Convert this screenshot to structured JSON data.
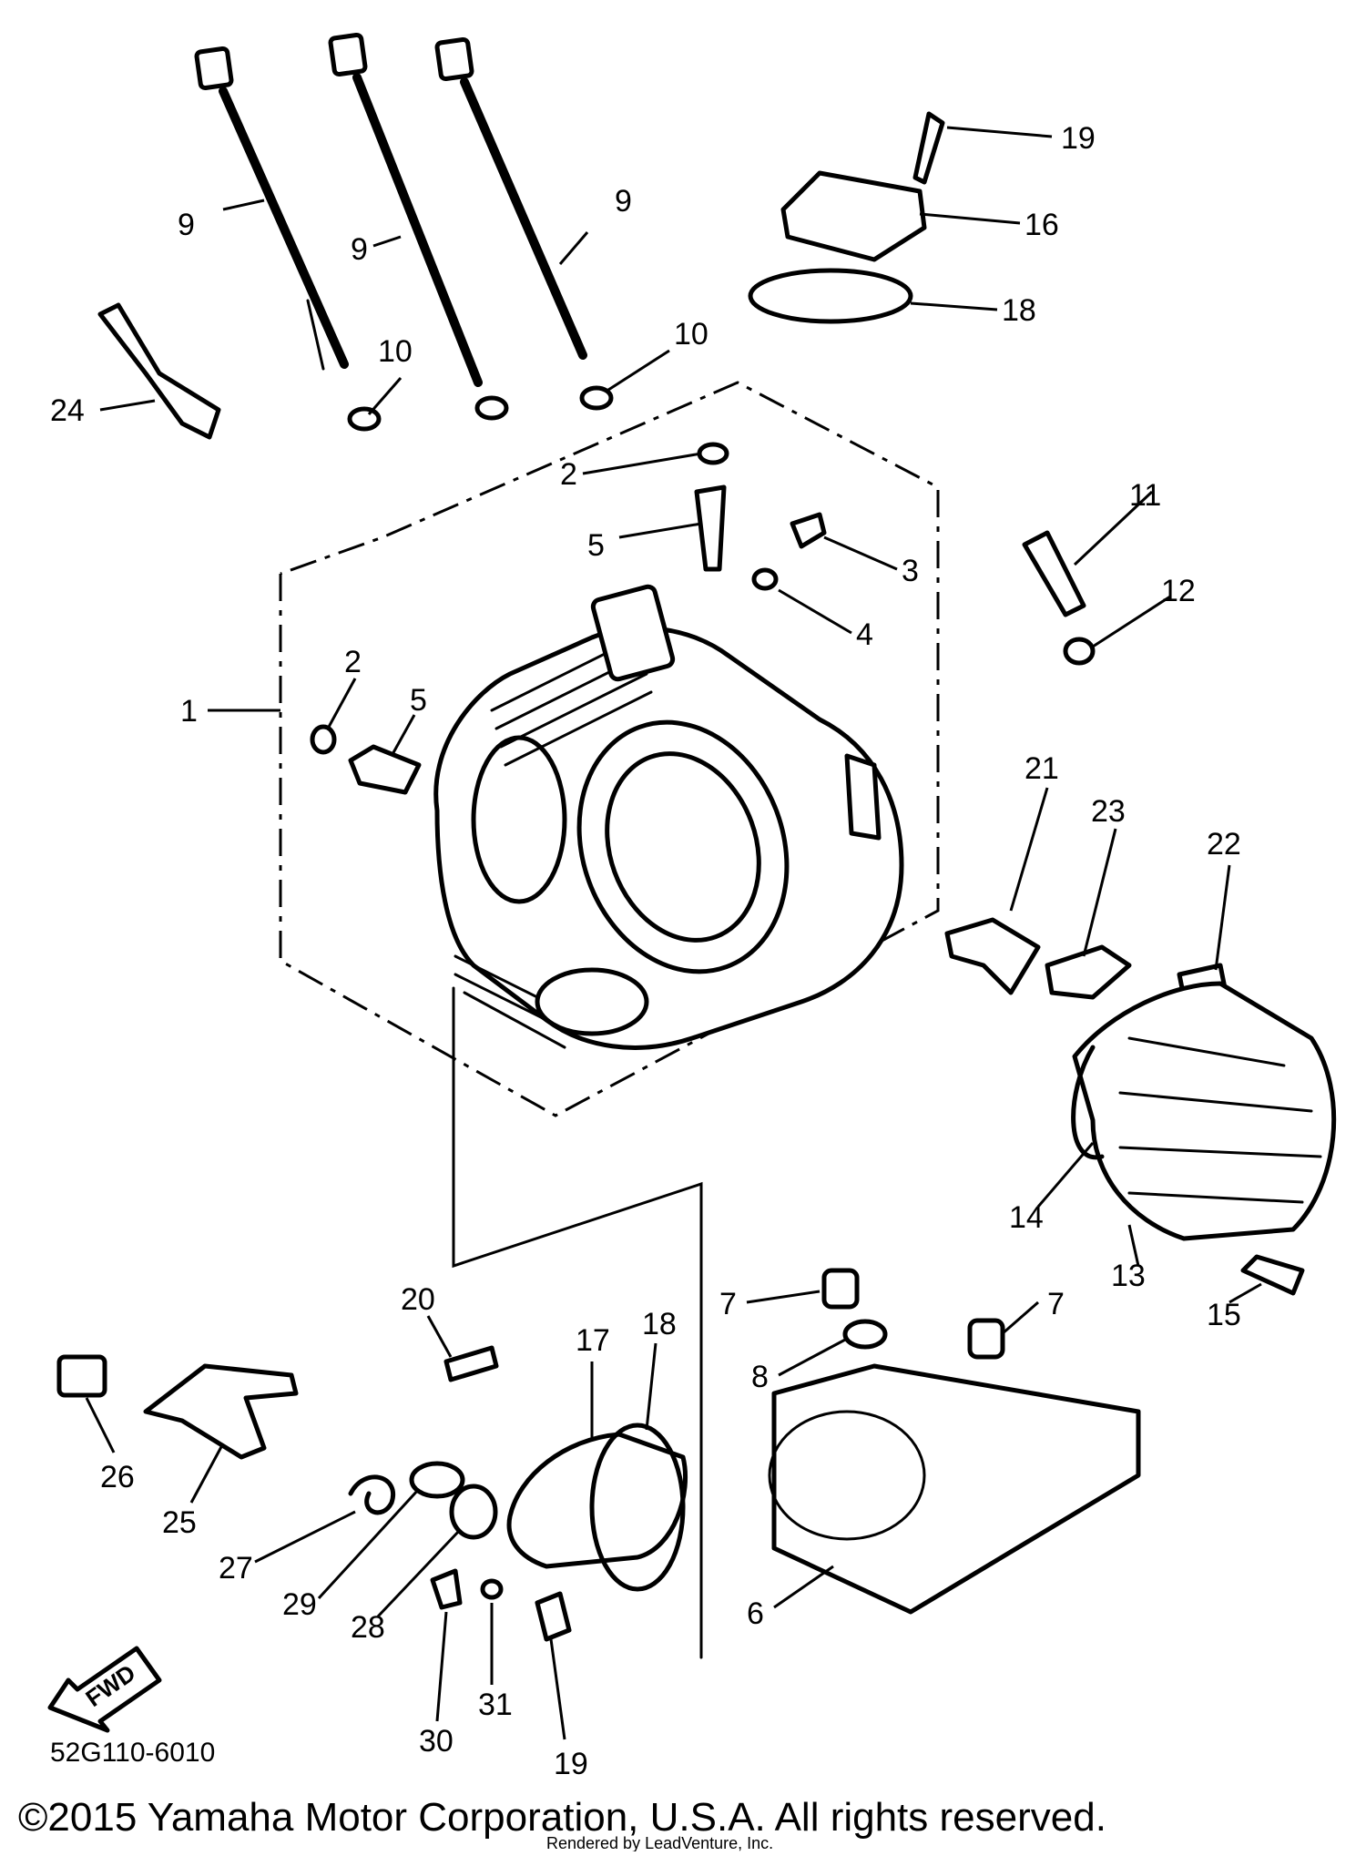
{
  "diagram": {
    "labels": [
      {
        "id": "9a",
        "text": "9"
      },
      {
        "id": "9b",
        "text": "9"
      },
      {
        "id": "9c",
        "text": "9"
      },
      {
        "id": "10a",
        "text": "10"
      },
      {
        "id": "10b",
        "text": "10"
      },
      {
        "id": "24",
        "text": "24"
      },
      {
        "id": "2a",
        "text": "2"
      },
      {
        "id": "5a",
        "text": "5"
      },
      {
        "id": "3",
        "text": "3"
      },
      {
        "id": "4",
        "text": "4"
      },
      {
        "id": "19a",
        "text": "19"
      },
      {
        "id": "16",
        "text": "16"
      },
      {
        "id": "18a",
        "text": "18"
      },
      {
        "id": "11",
        "text": "11"
      },
      {
        "id": "12",
        "text": "12"
      },
      {
        "id": "1",
        "text": "1"
      },
      {
        "id": "2b",
        "text": "2"
      },
      {
        "id": "5b",
        "text": "5"
      },
      {
        "id": "21",
        "text": "21"
      },
      {
        "id": "23",
        "text": "23"
      },
      {
        "id": "22",
        "text": "22"
      },
      {
        "id": "14",
        "text": "14"
      },
      {
        "id": "13",
        "text": "13"
      },
      {
        "id": "15",
        "text": "15"
      },
      {
        "id": "7a",
        "text": "7"
      },
      {
        "id": "7b",
        "text": "7"
      },
      {
        "id": "8",
        "text": "8"
      },
      {
        "id": "6",
        "text": "6"
      },
      {
        "id": "20",
        "text": "20"
      },
      {
        "id": "17",
        "text": "17"
      },
      {
        "id": "18b",
        "text": "18"
      },
      {
        "id": "26",
        "text": "26"
      },
      {
        "id": "25",
        "text": "25"
      },
      {
        "id": "27",
        "text": "27"
      },
      {
        "id": "29",
        "text": "29"
      },
      {
        "id": "28",
        "text": "28"
      },
      {
        "id": "30",
        "text": "30"
      },
      {
        "id": "31",
        "text": "31"
      },
      {
        "id": "19b",
        "text": "19"
      }
    ],
    "fwd_label": "FWD",
    "diagram_code": "52G110-6010",
    "copyright": "©2015 Yamaha Motor Corporation, U.S.A. All rights reserved.",
    "rendered_by": "Rendered by LeadVenture, Inc."
  }
}
